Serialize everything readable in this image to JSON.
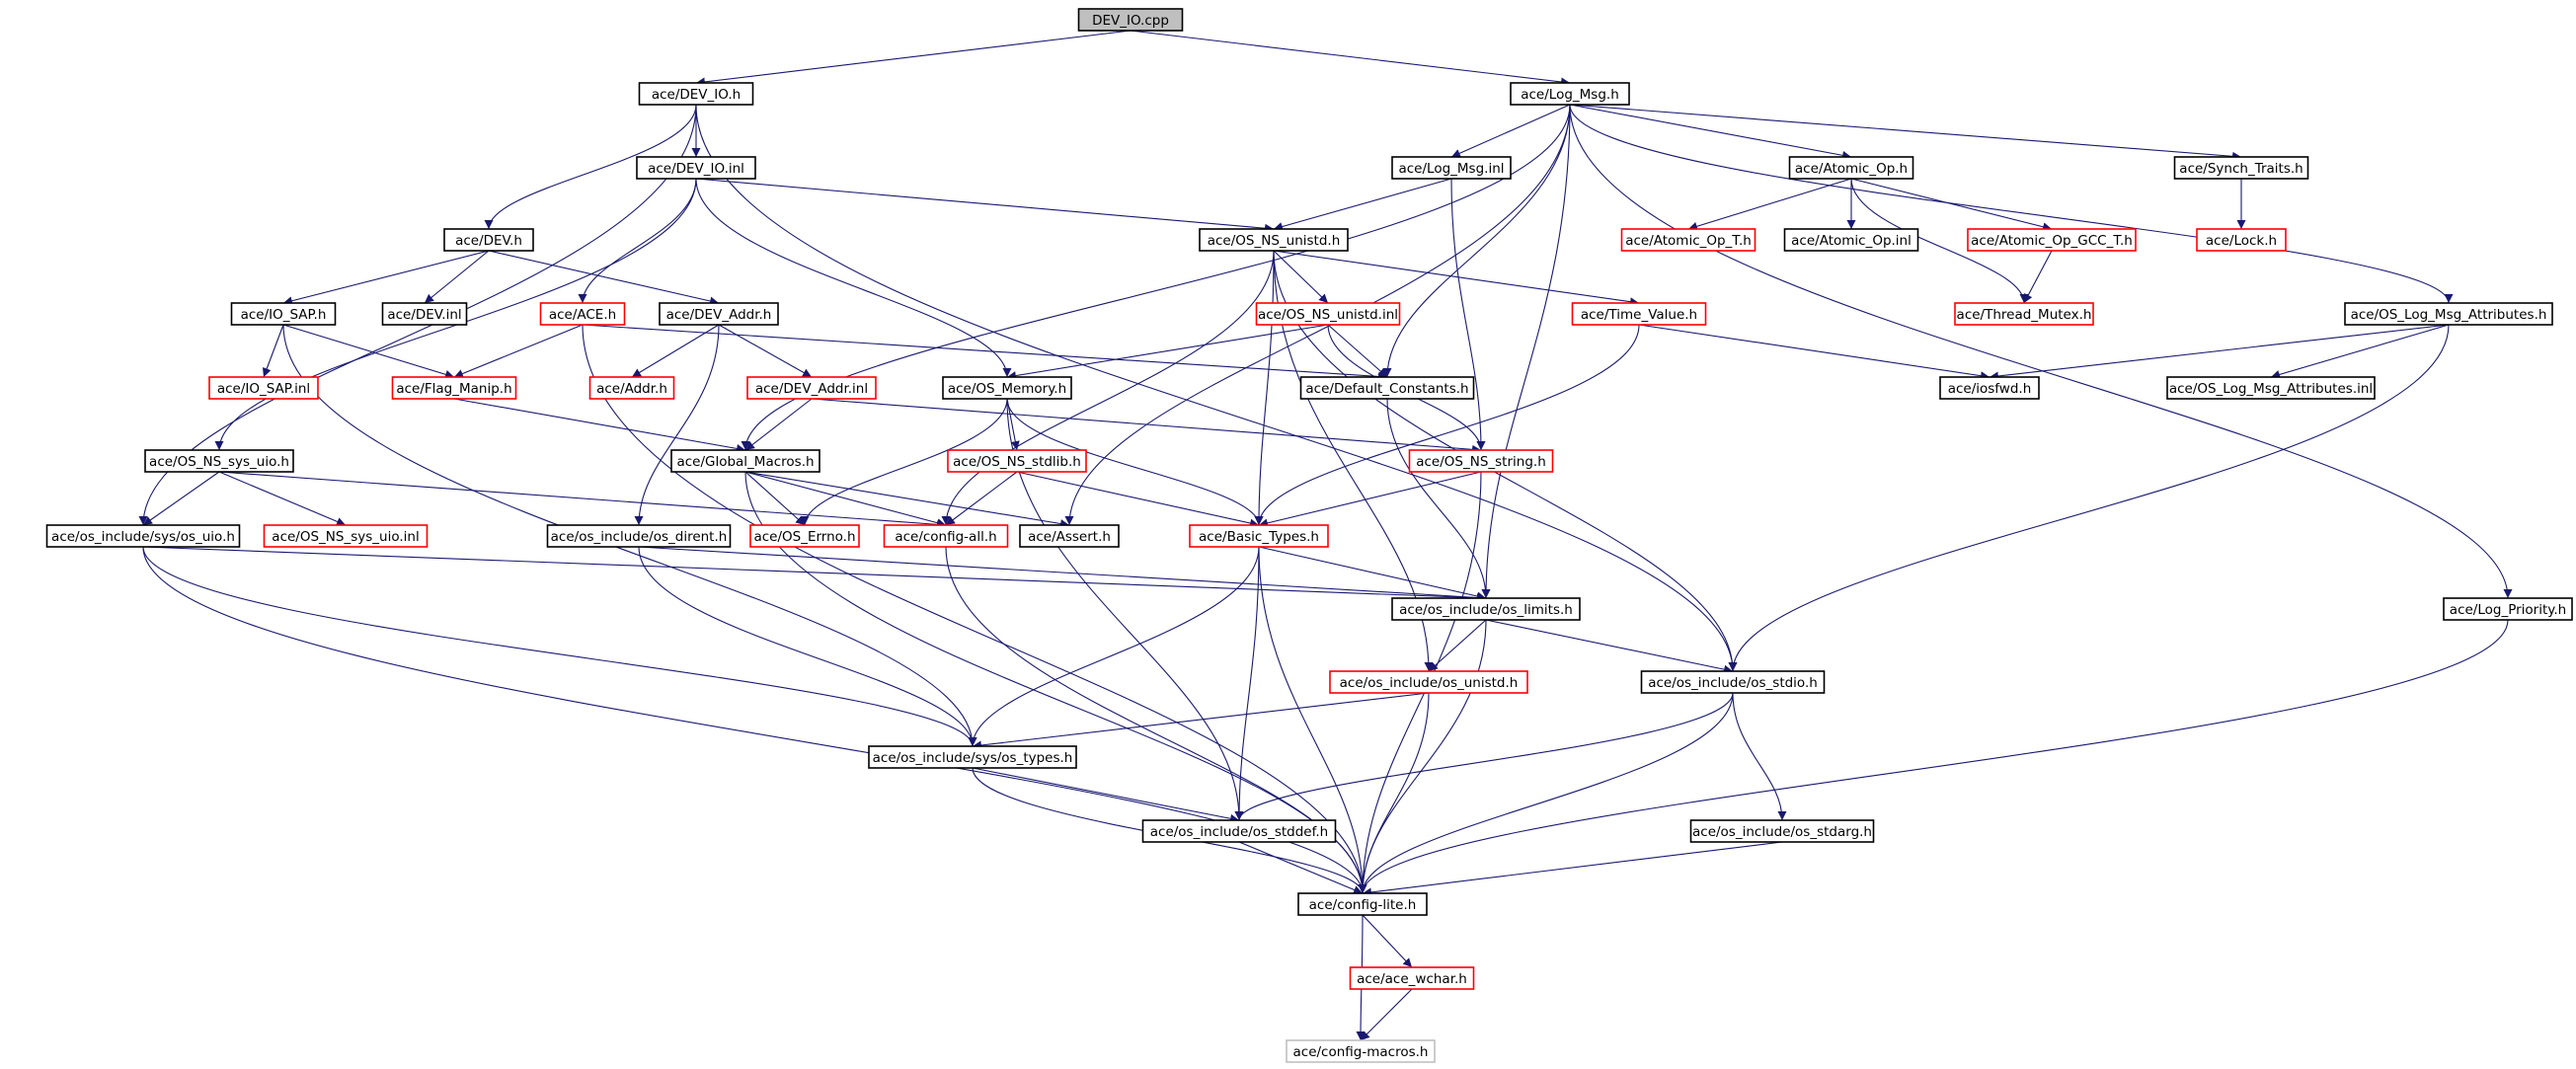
{
  "colors": {
    "edge": "#191970",
    "text": "#000000",
    "border_normal": "#000000",
    "border_incomplete": "#ff0000",
    "border_external": "#bfbfbf",
    "root_fill": "#bfbfbf",
    "fill": "#ffffff"
  },
  "nodes": [
    {
      "id": "dev_io_cpp",
      "label": "DEV_IO.cpp",
      "style": "root"
    },
    {
      "id": "dev_io_h",
      "label": "ace/DEV_IO.h",
      "style": "normal"
    },
    {
      "id": "log_msg_h",
      "label": "ace/Log_Msg.h",
      "style": "normal"
    },
    {
      "id": "dev_io_inl",
      "label": "ace/DEV_IO.inl",
      "style": "normal"
    },
    {
      "id": "log_msg_inl",
      "label": "ace/Log_Msg.inl",
      "style": "normal"
    },
    {
      "id": "atomic_op_h",
      "label": "ace/Atomic_Op.h",
      "style": "normal"
    },
    {
      "id": "synch_traits_h",
      "label": "ace/Synch_Traits.h",
      "style": "normal"
    },
    {
      "id": "dev_h",
      "label": "ace/DEV.h",
      "style": "normal"
    },
    {
      "id": "os_ns_unistd_h",
      "label": "ace/OS_NS_unistd.h",
      "style": "normal"
    },
    {
      "id": "atomic_op_t_h",
      "label": "ace/Atomic_Op_T.h",
      "style": "incomplete"
    },
    {
      "id": "atomic_op_inl",
      "label": "ace/Atomic_Op.inl",
      "style": "normal"
    },
    {
      "id": "atomic_op_gcc_t_h",
      "label": "ace/Atomic_Op_GCC_T.h",
      "style": "incomplete"
    },
    {
      "id": "lock_h",
      "label": "ace/Lock.h",
      "style": "incomplete"
    },
    {
      "id": "io_sap_h",
      "label": "ace/IO_SAP.h",
      "style": "normal"
    },
    {
      "id": "dev_inl",
      "label": "ace/DEV.inl",
      "style": "normal"
    },
    {
      "id": "ace_h",
      "label": "ace/ACE.h",
      "style": "incomplete"
    },
    {
      "id": "dev_addr_h",
      "label": "ace/DEV_Addr.h",
      "style": "normal"
    },
    {
      "id": "os_ns_unistd_inl",
      "label": "ace/OS_NS_unistd.inl",
      "style": "incomplete"
    },
    {
      "id": "time_value_h",
      "label": "ace/Time_Value.h",
      "style": "incomplete"
    },
    {
      "id": "thread_mutex_h",
      "label": "ace/Thread_Mutex.h",
      "style": "incomplete"
    },
    {
      "id": "os_log_msg_attr_h",
      "label": "ace/OS_Log_Msg_Attributes.h",
      "style": "normal"
    },
    {
      "id": "io_sap_inl",
      "label": "ace/IO_SAP.inl",
      "style": "incomplete"
    },
    {
      "id": "flag_manip_h",
      "label": "ace/Flag_Manip.h",
      "style": "incomplete"
    },
    {
      "id": "addr_h",
      "label": "ace/Addr.h",
      "style": "incomplete"
    },
    {
      "id": "dev_addr_inl",
      "label": "ace/DEV_Addr.inl",
      "style": "incomplete"
    },
    {
      "id": "os_memory_h",
      "label": "ace/OS_Memory.h",
      "style": "normal"
    },
    {
      "id": "default_constants_h",
      "label": "ace/Default_Constants.h",
      "style": "normal"
    },
    {
      "id": "iosfwd_h",
      "label": "ace/iosfwd.h",
      "style": "normal"
    },
    {
      "id": "os_log_msg_attr_inl",
      "label": "ace/OS_Log_Msg_Attributes.inl",
      "style": "normal"
    },
    {
      "id": "os_ns_sys_uio_h",
      "label": "ace/OS_NS_sys_uio.h",
      "style": "normal"
    },
    {
      "id": "global_macros_h",
      "label": "ace/Global_Macros.h",
      "style": "normal"
    },
    {
      "id": "os_ns_stdlib_h",
      "label": "ace/OS_NS_stdlib.h",
      "style": "incomplete"
    },
    {
      "id": "os_ns_string_h",
      "label": "ace/OS_NS_string.h",
      "style": "incomplete"
    },
    {
      "id": "os_sys_uio_h",
      "label": "ace/os_include/sys/os_uio.h",
      "style": "normal"
    },
    {
      "id": "os_ns_sys_uio_inl",
      "label": "ace/OS_NS_sys_uio.inl",
      "style": "incomplete"
    },
    {
      "id": "os_dirent_h",
      "label": "ace/os_include/os_dirent.h",
      "style": "normal"
    },
    {
      "id": "os_errno_h",
      "label": "ace/OS_Errno.h",
      "style": "incomplete"
    },
    {
      "id": "config_all_h",
      "label": "ace/config-all.h",
      "style": "incomplete"
    },
    {
      "id": "assert_h",
      "label": "ace/Assert.h",
      "style": "normal"
    },
    {
      "id": "basic_types_h",
      "label": "ace/Basic_Types.h",
      "style": "incomplete"
    },
    {
      "id": "os_limits_h",
      "label": "ace/os_include/os_limits.h",
      "style": "normal"
    },
    {
      "id": "log_priority_h",
      "label": "ace/Log_Priority.h",
      "style": "normal"
    },
    {
      "id": "os_unistd_h",
      "label": "ace/os_include/os_unistd.h",
      "style": "incomplete"
    },
    {
      "id": "os_stdio_h",
      "label": "ace/os_include/os_stdio.h",
      "style": "normal"
    },
    {
      "id": "os_sys_types_h",
      "label": "ace/os_include/sys/os_types.h",
      "style": "normal"
    },
    {
      "id": "os_stddef_h",
      "label": "ace/os_include/os_stddef.h",
      "style": "normal"
    },
    {
      "id": "os_stdarg_h",
      "label": "ace/os_include/os_stdarg.h",
      "style": "normal"
    },
    {
      "id": "config_lite_h",
      "label": "ace/config-lite.h",
      "style": "normal"
    },
    {
      "id": "ace_wchar_h",
      "label": "ace/ace_wchar.h",
      "style": "incomplete"
    },
    {
      "id": "config_macros_h",
      "label": "ace/config-macros.h",
      "style": "external"
    }
  ],
  "edges": [
    [
      "dev_io_cpp",
      "dev_io_h"
    ],
    [
      "dev_io_cpp",
      "log_msg_h"
    ],
    [
      "dev_io_h",
      "dev_io_inl"
    ],
    [
      "dev_io_h",
      "dev_h"
    ],
    [
      "dev_io_h",
      "os_sys_uio_h"
    ],
    [
      "dev_io_h",
      "os_stdio_h"
    ],
    [
      "dev_io_inl",
      "os_ns_unistd_h"
    ],
    [
      "dev_io_inl",
      "os_memory_h"
    ],
    [
      "dev_io_inl",
      "os_ns_sys_uio_h"
    ],
    [
      "dev_io_inl",
      "ace_h"
    ],
    [
      "dev_h",
      "io_sap_h"
    ],
    [
      "dev_h",
      "dev_inl"
    ],
    [
      "dev_h",
      "dev_addr_h"
    ],
    [
      "io_sap_h",
      "io_sap_inl"
    ],
    [
      "io_sap_h",
      "flag_manip_h"
    ],
    [
      "io_sap_h",
      "os_sys_types_h"
    ],
    [
      "ace_h",
      "flag_manip_h"
    ],
    [
      "ace_h",
      "default_constants_h"
    ],
    [
      "ace_h",
      "config_lite_h"
    ],
    [
      "dev_addr_h",
      "addr_h"
    ],
    [
      "dev_addr_h",
      "dev_addr_inl"
    ],
    [
      "dev_addr_h",
      "os_dirent_h"
    ],
    [
      "dev_addr_inl",
      "global_macros_h"
    ],
    [
      "dev_addr_inl",
      "os_ns_string_h"
    ],
    [
      "flag_manip_h",
      "global_macros_h"
    ],
    [
      "log_msg_h",
      "log_msg_inl"
    ],
    [
      "log_msg_h",
      "atomic_op_h"
    ],
    [
      "log_msg_h",
      "synch_traits_h"
    ],
    [
      "log_msg_h",
      "os_log_msg_attr_h"
    ],
    [
      "log_msg_h",
      "log_priority_h"
    ],
    [
      "log_msg_h",
      "default_constants_h"
    ],
    [
      "log_msg_h",
      "assert_h"
    ],
    [
      "log_msg_h",
      "global_macros_h"
    ],
    [
      "log_msg_h",
      "os_limits_h"
    ],
    [
      "log_msg_inl",
      "os_ns_unistd_h"
    ],
    [
      "log_msg_inl",
      "os_ns_string_h"
    ],
    [
      "atomic_op_h",
      "atomic_op_t_h"
    ],
    [
      "atomic_op_h",
      "atomic_op_inl"
    ],
    [
      "atomic_op_h",
      "atomic_op_gcc_t_h"
    ],
    [
      "atomic_op_h",
      "thread_mutex_h"
    ],
    [
      "atomic_op_gcc_t_h",
      "thread_mutex_h"
    ],
    [
      "synch_traits_h",
      "lock_h"
    ],
    [
      "os_log_msg_attr_h",
      "iosfwd_h"
    ],
    [
      "os_log_msg_attr_h",
      "os_log_msg_attr_inl"
    ],
    [
      "os_log_msg_attr_h",
      "os_stdio_h"
    ],
    [
      "os_ns_unistd_h",
      "os_ns_unistd_inl"
    ],
    [
      "os_ns_unistd_h",
      "time_value_h"
    ],
    [
      "os_ns_unistd_h",
      "config_all_h"
    ],
    [
      "os_ns_unistd_h",
      "basic_types_h"
    ],
    [
      "os_ns_unistd_h",
      "os_unistd_h"
    ],
    [
      "os_ns_unistd_h",
      "os_stdio_h"
    ],
    [
      "os_ns_unistd_inl",
      "os_memory_h"
    ],
    [
      "os_ns_unistd_inl",
      "default_constants_h"
    ],
    [
      "os_ns_unistd_inl",
      "os_ns_string_h"
    ],
    [
      "time_value_h",
      "iosfwd_h"
    ],
    [
      "time_value_h",
      "basic_types_h"
    ],
    [
      "os_memory_h",
      "os_ns_stdlib_h"
    ],
    [
      "os_memory_h",
      "os_errno_h"
    ],
    [
      "os_memory_h",
      "basic_types_h"
    ],
    [
      "os_memory_h",
      "os_stddef_h"
    ],
    [
      "default_constants_h",
      "os_limits_h"
    ],
    [
      "os_ns_sys_uio_h",
      "os_sys_uio_h"
    ],
    [
      "os_ns_sys_uio_h",
      "os_ns_sys_uio_inl"
    ],
    [
      "os_ns_sys_uio_h",
      "config_all_h"
    ],
    [
      "global_macros_h",
      "os_errno_h"
    ],
    [
      "global_macros_h",
      "config_all_h"
    ],
    [
      "global_macros_h",
      "assert_h"
    ],
    [
      "global_macros_h",
      "config_lite_h"
    ],
    [
      "os_ns_stdlib_h",
      "config_all_h"
    ],
    [
      "os_ns_stdlib_h",
      "basic_types_h"
    ],
    [
      "os_ns_string_h",
      "basic_types_h"
    ],
    [
      "os_ns_string_h",
      "config_lite_h"
    ],
    [
      "os_sys_uio_h",
      "os_limits_h"
    ],
    [
      "os_sys_uio_h",
      "os_sys_types_h"
    ],
    [
      "os_sys_uio_h",
      "config_lite_h"
    ],
    [
      "os_dirent_h",
      "os_limits_h"
    ],
    [
      "os_dirent_h",
      "os_sys_types_h"
    ],
    [
      "config_all_h",
      "config_lite_h"
    ],
    [
      "basic_types_h",
      "os_limits_h"
    ],
    [
      "basic_types_h",
      "os_sys_types_h"
    ],
    [
      "basic_types_h",
      "os_stddef_h"
    ],
    [
      "basic_types_h",
      "config_lite_h"
    ],
    [
      "os_limits_h",
      "os_unistd_h"
    ],
    [
      "os_limits_h",
      "os_stdio_h"
    ],
    [
      "os_limits_h",
      "config_lite_h"
    ],
    [
      "os_unistd_h",
      "os_sys_types_h"
    ],
    [
      "os_unistd_h",
      "config_lite_h"
    ],
    [
      "os_stdio_h",
      "os_stddef_h"
    ],
    [
      "os_stdio_h",
      "os_stdarg_h"
    ],
    [
      "os_stdio_h",
      "config_lite_h"
    ],
    [
      "os_sys_types_h",
      "os_stddef_h"
    ],
    [
      "os_sys_types_h",
      "config_lite_h"
    ],
    [
      "os_stddef_h",
      "config_lite_h"
    ],
    [
      "os_stdarg_h",
      "config_lite_h"
    ],
    [
      "log_priority_h",
      "config_lite_h"
    ],
    [
      "config_lite_h",
      "ace_wchar_h"
    ],
    [
      "config_lite_h",
      "config_macros_h"
    ],
    [
      "ace_wchar_h",
      "config_macros_h"
    ]
  ]
}
